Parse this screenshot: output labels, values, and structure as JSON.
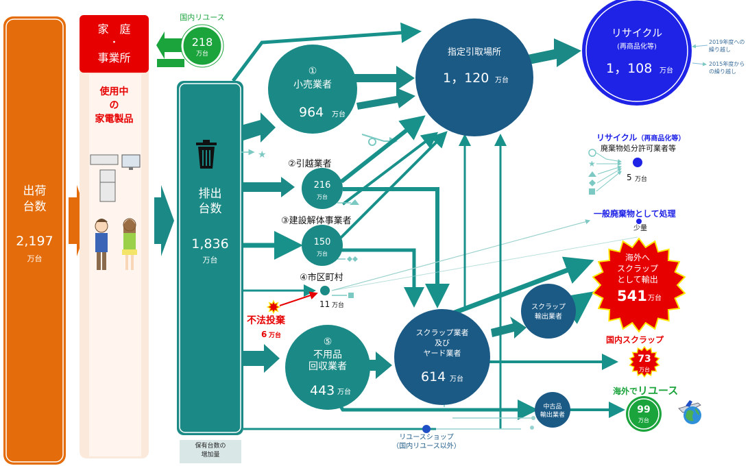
{
  "shipment": {
    "label_1": "出荷",
    "label_2": "台数",
    "value": "2,197",
    "unit": "万台"
  },
  "household": {
    "title_1": "家　庭",
    "title_dot": "・",
    "title_2": "事業所",
    "in_use_1": "使用中",
    "in_use_2": "の",
    "in_use_3": "家電製品"
  },
  "domestic_reuse": {
    "label": "国内リユース",
    "value": "218",
    "unit": "万台"
  },
  "discharge": {
    "label_1": "排出",
    "label_2": "台数",
    "value": "1,836",
    "unit": "万台",
    "note_1": "保有台数の",
    "note_2": "増加量"
  },
  "retailer": {
    "num": "①",
    "label": "小売業者",
    "value": "964",
    "unit": "万台"
  },
  "mover": {
    "label": "②引越業者",
    "value": "216",
    "unit": "万台"
  },
  "construction": {
    "label": "③建設解体事業者",
    "value": "150",
    "unit": "万台"
  },
  "municipality": {
    "label": "④市区町村",
    "value": "11",
    "unit": "万台"
  },
  "illegal": {
    "label": "不法投棄",
    "value": "6",
    "unit": "万台"
  },
  "collector": {
    "num": "⑤",
    "label_1": "不用品",
    "label_2": "回収業者",
    "value": "443",
    "unit": "万台"
  },
  "pickup": {
    "label": "指定引取場所",
    "value": "1，120",
    "unit": "万台"
  },
  "recycle": {
    "label": "リサイクル",
    "sub": "(再商品化等)",
    "value": "1，108",
    "unit": "万台",
    "note1_a": "2019年度への",
    "note1_b": "繰り越し",
    "note2_a": "2015年度から",
    "note2_b": "の繰り越し"
  },
  "licensed": {
    "title_a": "リサイクル",
    "title_b": "（再商品化等）",
    "sub": "廃棄物処分許可業者等",
    "value": "5",
    "unit": "万台"
  },
  "general_waste": {
    "label": "一般廃棄物として処理",
    "sub": "少量"
  },
  "scrap_dealer": {
    "label_1": "スクラップ業者",
    "label_2": "及び",
    "label_3": "ヤード業者",
    "value": "614",
    "unit": "万台"
  },
  "scrap_exporter": {
    "label_1": "スクラップ",
    "label_2": "輸出業者"
  },
  "overseas_scrap": {
    "label_1": "海外へ",
    "label_2": "スクラップ",
    "label_3": "として輸出",
    "value": "541",
    "unit": "万台"
  },
  "domestic_scrap": {
    "label": "国内スクラップ",
    "value": "73",
    "unit": "万台"
  },
  "used_exporter": {
    "label_1": "中古品",
    "label_2": "輸出業者"
  },
  "overseas_reuse": {
    "label_a": "海外で",
    "label_b": "リユース",
    "value": "99",
    "unit": "万台"
  },
  "reuse_shop": {
    "label_1": "リユースショップ",
    "label_2": "（国内リユース以外）"
  },
  "colors": {
    "orange": "#e46c0a",
    "teal": "#1b8a86",
    "teal_dark": "#0e6e6a",
    "navy": "#1c5a86",
    "blue": "#1f23e6",
    "red": "#e60000",
    "green": "#1ba33c",
    "yellow": "#ffe600"
  }
}
